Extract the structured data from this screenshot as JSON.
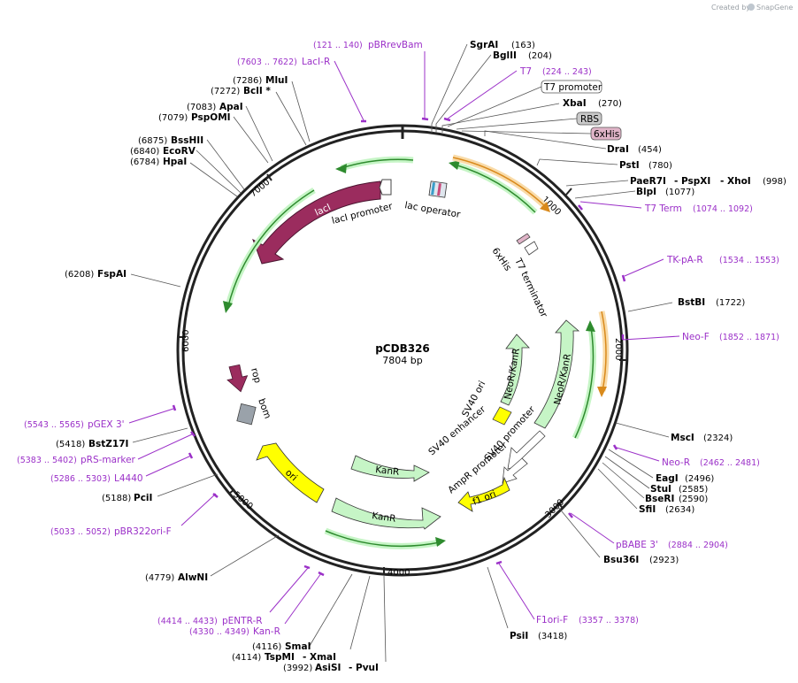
{
  "credit": {
    "prefix": "Created by",
    "brand": "SnapGene"
  },
  "plasmid": {
    "name": "pCDB326",
    "length": "7804 bp"
  },
  "scale_ticks": [
    "1000",
    "2000",
    "3000",
    "4000",
    "5000",
    "6000",
    "7000"
  ],
  "enzymes": [
    {
      "id": "sgrai",
      "name": "SgrAI",
      "pos": "(163)"
    },
    {
      "id": "bglii",
      "name": "BglII",
      "pos": "(204)"
    },
    {
      "id": "xbai",
      "name": "XbaI",
      "pos": "(270)"
    },
    {
      "id": "drai",
      "name": "DraI",
      "pos": "(454)"
    },
    {
      "id": "psti",
      "name": "PstI",
      "pos": "(780)"
    },
    {
      "id": "paer7i",
      "name": "PaeR7I",
      "sep1": "- PspXI",
      "sep2": "- XhoI",
      "pos": "(998)"
    },
    {
      "id": "blpi",
      "name": "BlpI",
      "pos": "(1077)"
    },
    {
      "id": "bstbi",
      "name": "BstBI",
      "pos": "(1722)"
    },
    {
      "id": "msci",
      "name": "MscI",
      "pos": "(2324)"
    },
    {
      "id": "eagi",
      "name": "EagI",
      "pos": "(2496)"
    },
    {
      "id": "stui",
      "name": "StuI",
      "pos": "(2585)"
    },
    {
      "id": "bseri",
      "name": "BseRI",
      "pos": "(2590)"
    },
    {
      "id": "sfii",
      "name": "SfiI",
      "pos": "(2634)"
    },
    {
      "id": "bsu36i",
      "name": "Bsu36I",
      "pos": "(2923)"
    },
    {
      "id": "psii",
      "name": "PsiI",
      "pos": "(3418)"
    },
    {
      "id": "pvui",
      "name": "- PvuI",
      "pos": ""
    },
    {
      "id": "asisi",
      "name": "AsiSI",
      "pos": "(3992)"
    },
    {
      "id": "xmai",
      "name": "- XmaI",
      "pos": ""
    },
    {
      "id": "tspmi",
      "name": "TspMI",
      "pos": "(4114)"
    },
    {
      "id": "smai",
      "name": "SmaI",
      "pos": "(4116)"
    },
    {
      "id": "alwni",
      "name": "AlwNI",
      "pos": "(4779)"
    },
    {
      "id": "pcii",
      "name": "PciI",
      "pos": "(5188)"
    },
    {
      "id": "bstz17i",
      "name": "BstZ17I",
      "pos": "(5418)"
    },
    {
      "id": "fspai",
      "name": "FspAI",
      "pos": "(6208)"
    },
    {
      "id": "hpai",
      "name": "HpaI",
      "pos": "(6784)"
    },
    {
      "id": "ecorv",
      "name": "EcoRV",
      "pos": "(6840)"
    },
    {
      "id": "bsshii",
      "name": "BssHII",
      "pos": "(6875)"
    },
    {
      "id": "pspomi",
      "name": "PspOMI",
      "pos": "(7079)"
    },
    {
      "id": "apai",
      "name": "ApaI",
      "pos": "(7083)"
    },
    {
      "id": "bcli",
      "name": "BclI *",
      "pos": "(7272)"
    },
    {
      "id": "mlui",
      "name": "MluI",
      "pos": "(7286)"
    }
  ],
  "primers": [
    {
      "id": "pbrrevbam",
      "name": "pBRrevBam",
      "range": "(121 .. 140)"
    },
    {
      "id": "t7",
      "name": "T7",
      "range": "(224 .. 243)"
    },
    {
      "id": "t7term",
      "name": "T7 Term",
      "range": "(1074 .. 1092)"
    },
    {
      "id": "tkpar",
      "name": "TK-pA-R",
      "range": "(1534 .. 1553)"
    },
    {
      "id": "neof",
      "name": "Neo-F",
      "range": "(1852 .. 1871)"
    },
    {
      "id": "neor",
      "name": "Neo-R",
      "range": "(2462 .. 2481)"
    },
    {
      "id": "pbabe3",
      "name": "pBABE 3'",
      "range": "(2884 .. 2904)"
    },
    {
      "id": "f1orif",
      "name": "F1ori-F",
      "range": "(3357 .. 3378)"
    },
    {
      "id": "pentrr",
      "name": "pENTR-R",
      "range": "(4414 .. 4433)"
    },
    {
      "id": "kanr",
      "name": "Kan-R",
      "range": "(4330 .. 4349)"
    },
    {
      "id": "pbr322orif",
      "name": "pBR322ori-F",
      "range": "(5033 .. 5052)"
    },
    {
      "id": "l4440",
      "name": "L4440",
      "range": "(5286 .. 5303)"
    },
    {
      "id": "prsmarker",
      "name": "pRS-marker",
      "range": "(5383 .. 5402)"
    },
    {
      "id": "pgex3",
      "name": "pGEX 3'",
      "range": "(5543 .. 5565)"
    },
    {
      "id": "lacir",
      "name": "LacI-R",
      "range": "(7603 .. 7622)"
    }
  ],
  "boxed_labels": {
    "t7promoter": "T7 promoter",
    "rbs": "RBS",
    "his6": "6xHis"
  },
  "features": {
    "laci": "lacI",
    "laci_promoter": "lacI promoter",
    "lac_operator": "lac operator",
    "his6_inner": "6xHis",
    "t7_terminator": "T7 terminator",
    "neokan_a": "NeoR/KanR",
    "neokan_b": "NeoR/KanR",
    "sv40_ori": "SV40 ori",
    "sv40_enhancer": "SV40 enhancer",
    "sv40_promoter": "SV40 promoter",
    "ampr_promoter": "AmpR promoter",
    "f1ori": "f1 ori",
    "kanr_a": "KanR",
    "kanr_b": "KanR",
    "ori": "ori",
    "rop": "rop",
    "bom": "bom"
  },
  "colors": {
    "laci": "#9b2c5e",
    "green_arrow": "#c6f5c6",
    "green_line": "#2e8b2e",
    "orange_line": "#d98a1c",
    "yellow": "#ffff00",
    "primer": "#9b30c8",
    "rbs_box": "#c9c9c9",
    "his_box": "#e0b4c8",
    "bom_box": "#9aa2aa"
  }
}
